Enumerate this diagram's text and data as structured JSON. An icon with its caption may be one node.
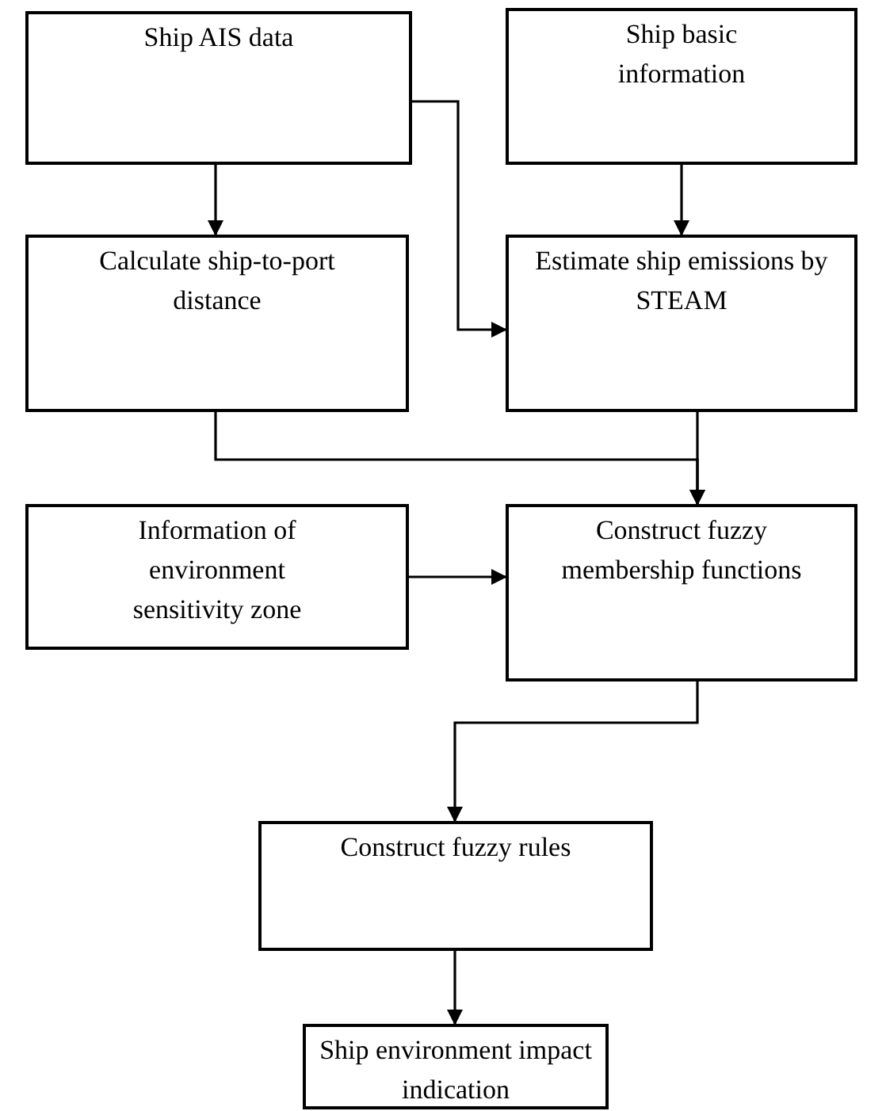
{
  "diagram": {
    "nodes": [
      {
        "text": [
          "Ship AIS data"
        ]
      },
      {
        "text": [
          "Ship basic information"
        ]
      },
      {
        "text": [
          "Calculate ship-to-port distance"
        ]
      },
      {
        "text": [
          "Estimate ship emissions by STEAM"
        ]
      },
      {
        "text": [
          "Information of environment sensitivity zone"
        ]
      },
      {
        "text": [
          "Construct fuzzy membership functions"
        ]
      },
      {
        "text": [
          "Construct fuzzy rules"
        ]
      },
      {
        "text": [
          "Ship environment impact indication"
        ]
      }
    ],
    "edges": [
      {
        "from": 0,
        "to": 2,
        "arrow": "to"
      },
      {
        "from": 0,
        "to": 3,
        "arrow": "to"
      },
      {
        "from": 1,
        "to": 3,
        "arrow": "to"
      },
      {
        "from": 2,
        "to": 5,
        "arrow": "to"
      },
      {
        "from": 3,
        "to": 5,
        "arrow": "to"
      },
      {
        "from": 4,
        "to": 5,
        "arrow": "to"
      },
      {
        "from": 5,
        "to": 6,
        "arrow": "to"
      },
      {
        "from": 6,
        "to": 7,
        "arrow": "to"
      }
    ]
  }
}
